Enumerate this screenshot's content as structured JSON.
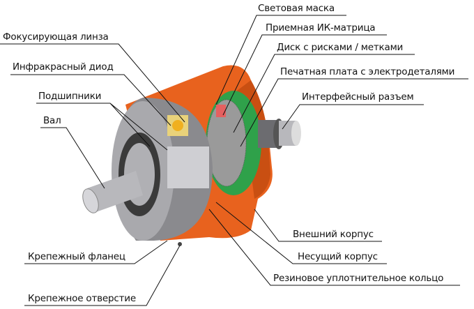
{
  "labels": {
    "light_mask": "Световая маска",
    "ir_receiver": "Приемная ИК-матрица",
    "focusing_lens": "Фокусирующая линза",
    "disk": "Диск с рисками / метками",
    "ir_diode": "Инфракрасный диод",
    "pcb": "Печатная плата с электродеталями",
    "bearings": "Подшипники",
    "connector": "Интерфейсный разъем",
    "shaft": "Вал",
    "outer_case": "Внешний корпус",
    "flange": "Крепежный фланец",
    "carrier_case": "Несущий корпус",
    "mount_hole": "Крепежное отверстие",
    "seal_ring": "Резиновое уплотнительное кольцо"
  },
  "colors": {
    "housing": "#e8621e",
    "flange": "#8a8a8e",
    "disk": "#2fa14a",
    "shaft": "#b8b8bc"
  }
}
